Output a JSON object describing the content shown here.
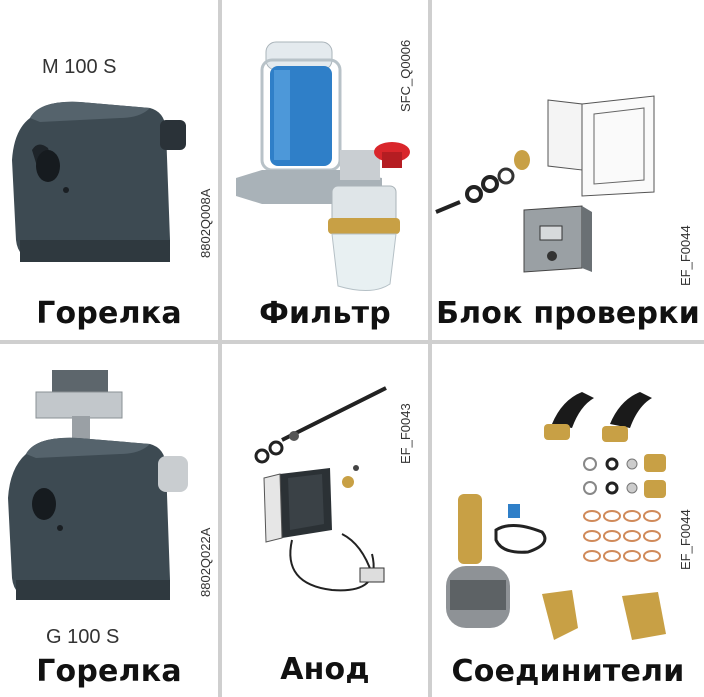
{
  "cells": [
    {
      "model": "M 100 S",
      "code": "8802Q008A",
      "caption": "Горелка"
    },
    {
      "code": "SFC_Q0006",
      "caption": "Фильтр"
    },
    {
      "code": "EF_F0044",
      "caption": "Блок проверки"
    },
    {
      "code": "8802Q022A",
      "model": "G 100 S",
      "caption": "Горелка"
    },
    {
      "code": "EF_F0043",
      "caption": "Анод"
    },
    {
      "code": "EF_F0044",
      "caption": "Соединители"
    }
  ],
  "colors": {
    "burner": "#3d4a52",
    "brass": "#c8a045",
    "filter_blue": "#2f7fc8",
    "red_cap": "#d9262b"
  }
}
